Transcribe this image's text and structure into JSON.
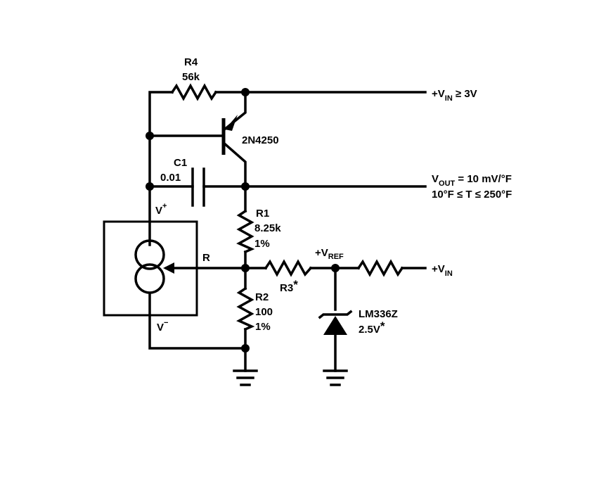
{
  "labels": {
    "r4_name": "R4",
    "r4_value": "56k",
    "transistor": "2N4250",
    "c1_name": "C1",
    "c1_value": "0.01",
    "vplus_main": "V",
    "vplus_sup": "+",
    "vminus_main": "V",
    "vminus_sup": "−",
    "adj_pin": "R",
    "r1_name": "R1",
    "r1_value": "8.25k",
    "r1_tol": "1%",
    "r2_name": "R2",
    "r2_value": "100",
    "r2_tol": "1%",
    "r3_name": "R3",
    "r3_star": "*",
    "vref_prefix": "+V",
    "vref_sub": "REF",
    "zener_name": "LM336Z",
    "zener_value": "2.5V",
    "zener_star": "*",
    "vin_top_prefix": "+V",
    "vin_top_sub": "IN",
    "vin_top_cond": " ≥ 3V",
    "vout_prefix": "V",
    "vout_sub": "OUT",
    "vout_value": " = 10 mV/°F",
    "temp_range": "10°F ≤ T ≤ 250°F",
    "vin_right_prefix": "+V",
    "vin_right_sub": "IN"
  }
}
